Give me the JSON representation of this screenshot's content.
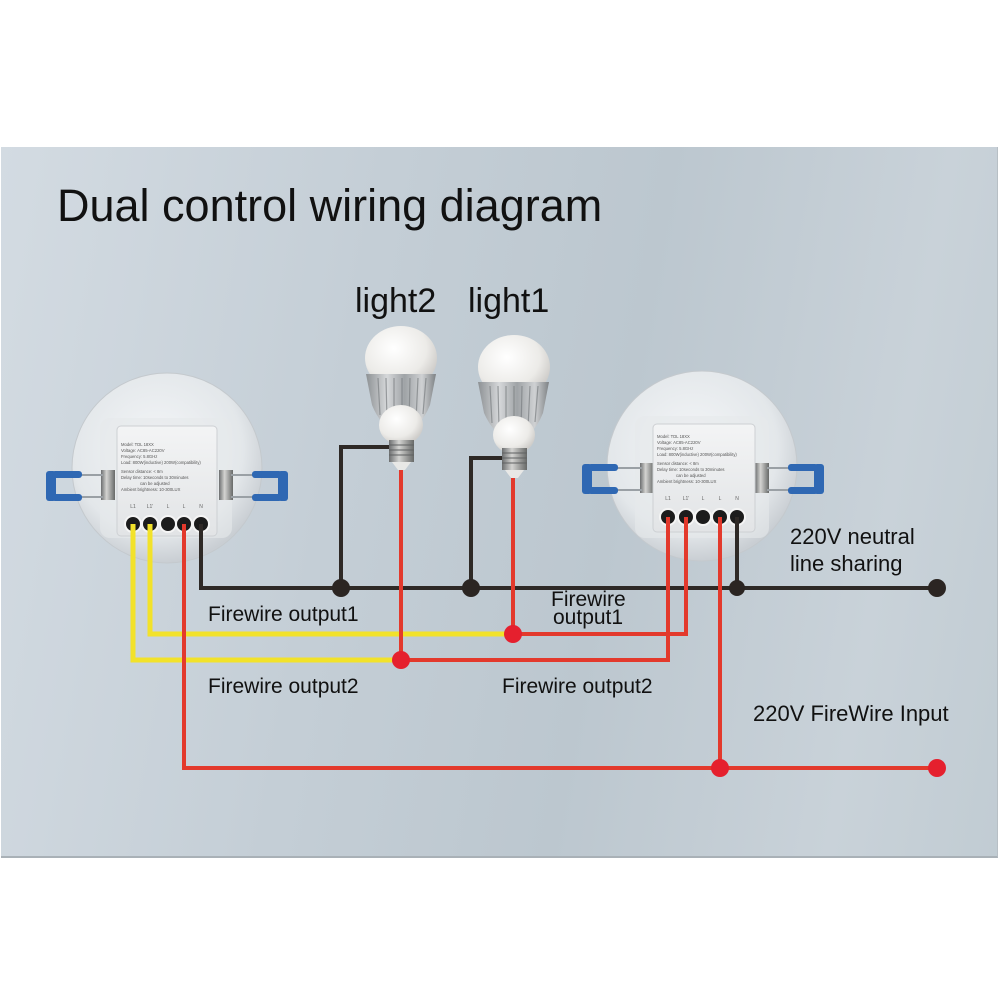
{
  "title": "Dual control wiring diagram",
  "bulbs": [
    {
      "label": "light2"
    },
    {
      "label": "light1"
    }
  ],
  "switches": [
    {
      "position": "left",
      "terminals": [
        "L1",
        "L1'",
        "L",
        "L",
        "N"
      ],
      "label_lines": [
        "Model: TDL 18XX",
        "Voltage: AC85-AC220V",
        "Frequency: 5.8GHz",
        "Load: 800W(inductive) 200W(compatibility)",
        "Sensor distance: < 8m",
        "Delay time: 10seconds to 30minutes",
        "can be adjusted",
        "Ambient brightness: 10-300LUX"
      ]
    },
    {
      "position": "right",
      "terminals": [
        "L1",
        "L1'",
        "L",
        "L",
        "N"
      ],
      "label_lines": [
        "Model: TDL 18XX",
        "Voltage: AC85-AC220V",
        "Frequency: 5.8GHz",
        "Load: 800W(inductive) 200W(compatibility)",
        "Sensor distance: < 8m",
        "Delay time: 10seconds to 30minutes",
        "can be adjusted",
        "Ambient brightness: 10-300LUX"
      ]
    }
  ],
  "labels": {
    "left_output1": "Firewire output1",
    "left_output2": "Firewire output2",
    "right_output1_line1": "Firewire",
    "right_output1_line2": "output1",
    "right_output2": "Firewire output2",
    "neutral_line1": "220V neutral",
    "neutral_line2": "line sharing",
    "firewire_input": "220V FireWire Input"
  },
  "colors": {
    "neutral_wire": "#2e2926",
    "live_wire": "#e3392c",
    "output_wire": "#f2e22a",
    "junction_live": "#e5202e",
    "junction_neutral": "#2b2522"
  }
}
